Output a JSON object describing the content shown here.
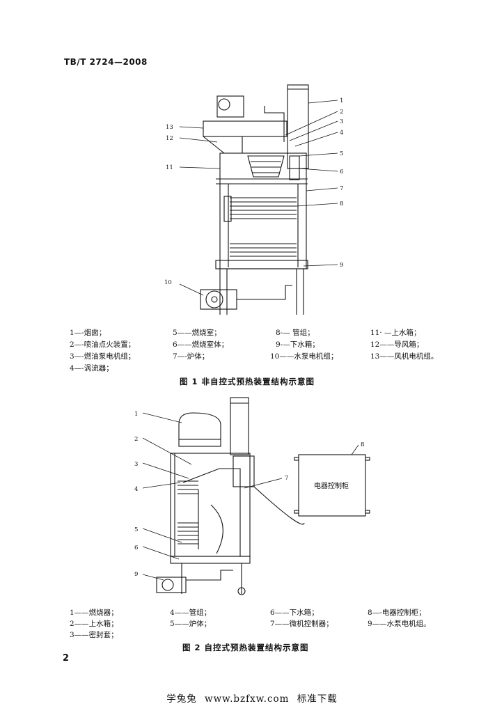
{
  "header": {
    "standard_number": "TB/T 2724—2008"
  },
  "figure1": {
    "caption": "图 1   非自控式预热装置结构示意图",
    "callouts": [
      "1",
      "2",
      "3",
      "4",
      "5",
      "6",
      "7",
      "8",
      "9",
      "10",
      "11",
      "12",
      "13"
    ],
    "legend": [
      "1—-烟囱；",
      "2—-喷油点火装置；",
      "3—-燃油泵电机组；",
      "4—-涡流器；",
      "5——燃烧室；",
      "6——燃烧室体；",
      "7—-炉体；",
      "8-— 管组；",
      "9-—下水箱；",
      "10——水泵电机组；",
      "11· —上水箱；",
      "12——导风箱；",
      "13——风机电机组。"
    ]
  },
  "figure2": {
    "caption": "图 2   自控式预热装置结构示意图",
    "cabinet_label": "电器控制柜",
    "callouts": [
      "1",
      "2",
      "3",
      "4",
      "5",
      "6",
      "7",
      "8",
      "9"
    ],
    "legend": [
      "1——燃烧器；",
      "2——上水箱；",
      "3——密封套；",
      "4——管组；",
      "5——炉体；",
      "6——下水箱；",
      "7——微机控制器；",
      "8—-电器控制柜；",
      "9——水泵电机组。"
    ]
  },
  "page_number": "2",
  "footer": "学兔兔   www.bzfxw.com   标准下载"
}
